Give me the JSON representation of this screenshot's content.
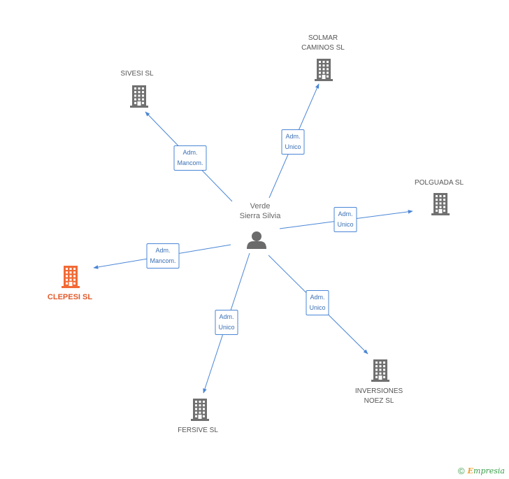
{
  "center": {
    "name": "Verde\nSierra Silvia"
  },
  "companies": [
    {
      "key": "sivesi",
      "name": "SIVESI SL",
      "focus": false
    },
    {
      "key": "solmar",
      "name": "SOLMAR\nCAMINOS SL",
      "focus": false
    },
    {
      "key": "polguada",
      "name": "POLGUADA SL",
      "focus": false
    },
    {
      "key": "clepesi",
      "name": "CLEPESI SL",
      "focus": true
    },
    {
      "key": "inversiones",
      "name": "INVERSIONES\nNOEZ SL",
      "focus": false
    },
    {
      "key": "fersive",
      "name": "FERSIVE SL",
      "focus": false
    }
  ],
  "relations": [
    {
      "to": "sivesi",
      "role": "Adm.\nMancom."
    },
    {
      "to": "solmar",
      "role": "Adm.\nUnico"
    },
    {
      "to": "polguada",
      "role": "Adm.\nUnico"
    },
    {
      "to": "clepesi",
      "role": "Adm.\nMancom."
    },
    {
      "to": "inversiones",
      "role": "Adm.\nUnico"
    },
    {
      "to": "fersive",
      "role": "Adm.\nUnico"
    }
  ],
  "colors": {
    "edge": "#4a86d6",
    "building": "#707070",
    "building_focus": "#f26a36",
    "person": "#6b6b6b"
  },
  "footer": {
    "copyright": "©",
    "brand_first": "E",
    "brand_rest": "mpresia"
  }
}
